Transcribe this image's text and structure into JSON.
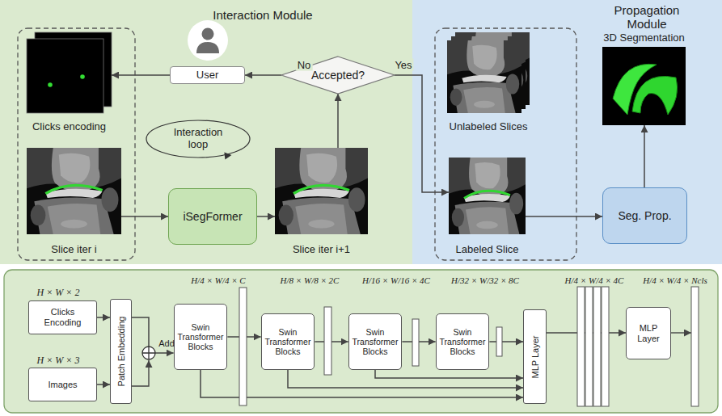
{
  "diagram": {
    "nodes": [
      {
        "text": [
          "Interaction Module"
        ]
      },
      {
        "text": [
          "Clicks encoding"
        ],
        "in": 0
      },
      {
        "text": [
          "User"
        ],
        "in": 0
      },
      {
        "text": [
          "Accepted?"
        ],
        "in": 0
      },
      {
        "text": [
          "Interaction loop"
        ],
        "in": 0
      },
      {
        "text": [
          "Slice iter i"
        ],
        "in": 0
      },
      {
        "text": [
          "iSegFormer"
        ],
        "in": 0
      },
      {
        "text": [
          "Slice iter i+1"
        ],
        "in": 0
      },
      {
        "text": [
          "Propagation Module"
        ]
      },
      {
        "text": [
          "Unlabeled Slices"
        ],
        "in": 8
      },
      {
        "text": [
          "3D Segmentation"
        ],
        "in": 8
      },
      {
        "text": [
          "Labeled Slice"
        ],
        "in": 8
      },
      {
        "text": [
          "Seg. Prop."
        ],
        "in": 8
      },
      {
        "text": [
          "Clicks Encoding"
        ]
      },
      {
        "text": [
          "Images"
        ]
      },
      {
        "text": [
          "Patch Embedding"
        ]
      },
      {
        "text": [
          "Swin Transformer Blocks"
        ]
      },
      {
        "text": [
          "Swin Transformer Blocks"
        ]
      },
      {
        "text": [
          "Swin Transformer Blocks"
        ]
      },
      {
        "text": [
          "Swin Transformer Blocks"
        ]
      },
      {
        "text": [
          "MLP Layer"
        ]
      },
      {
        "text": [
          "MLP Layer"
        ]
      }
    ],
    "edges": [
      {
        "from": 5,
        "to": 6,
        "arrow": "to"
      },
      {
        "from": 6,
        "to": 7,
        "arrow": "to"
      },
      {
        "from": 7,
        "to": 3,
        "arrow": "to"
      },
      {
        "from": 3,
        "to": 2,
        "label": "No",
        "arrow": "to"
      },
      {
        "from": 2,
        "to": 1,
        "arrow": "to"
      },
      {
        "from": 3,
        "to": 11,
        "label": "Yes",
        "arrow": "to"
      },
      {
        "from": 11,
        "to": 12,
        "arrow": "to"
      },
      {
        "from": 12,
        "to": 10,
        "arrow": "to"
      },
      {
        "from": 13,
        "to": 15,
        "arrow": "to"
      },
      {
        "from": 14,
        "to": 15,
        "arrow": "to"
      },
      {
        "from": 15,
        "to": 16,
        "arrow": "to"
      },
      {
        "from": 16,
        "to": 17,
        "arrow": "to"
      },
      {
        "from": 17,
        "to": 18,
        "arrow": "to"
      },
      {
        "from": 18,
        "to": 19,
        "arrow": "to"
      },
      {
        "from": 19,
        "to": 20,
        "arrow": "to"
      },
      {
        "from": 16,
        "to": 20,
        "arrow": "to"
      },
      {
        "from": 17,
        "to": 20,
        "arrow": "to"
      },
      {
        "from": 18,
        "to": 20,
        "arrow": "to"
      },
      {
        "from": 20,
        "to": 21,
        "arrow": "to"
      }
    ],
    "labels": [
      "H × W × 2",
      "H × W × 3",
      "Add",
      "H/4 × W/4 × C",
      "H/8 × W/8 × 2C",
      "H/16 × W/16 × 4C",
      "H/32 × W/32 × 8C",
      "H/4 × W/4 × 4C",
      "H/4 × W/4 × Ncls"
    ]
  }
}
